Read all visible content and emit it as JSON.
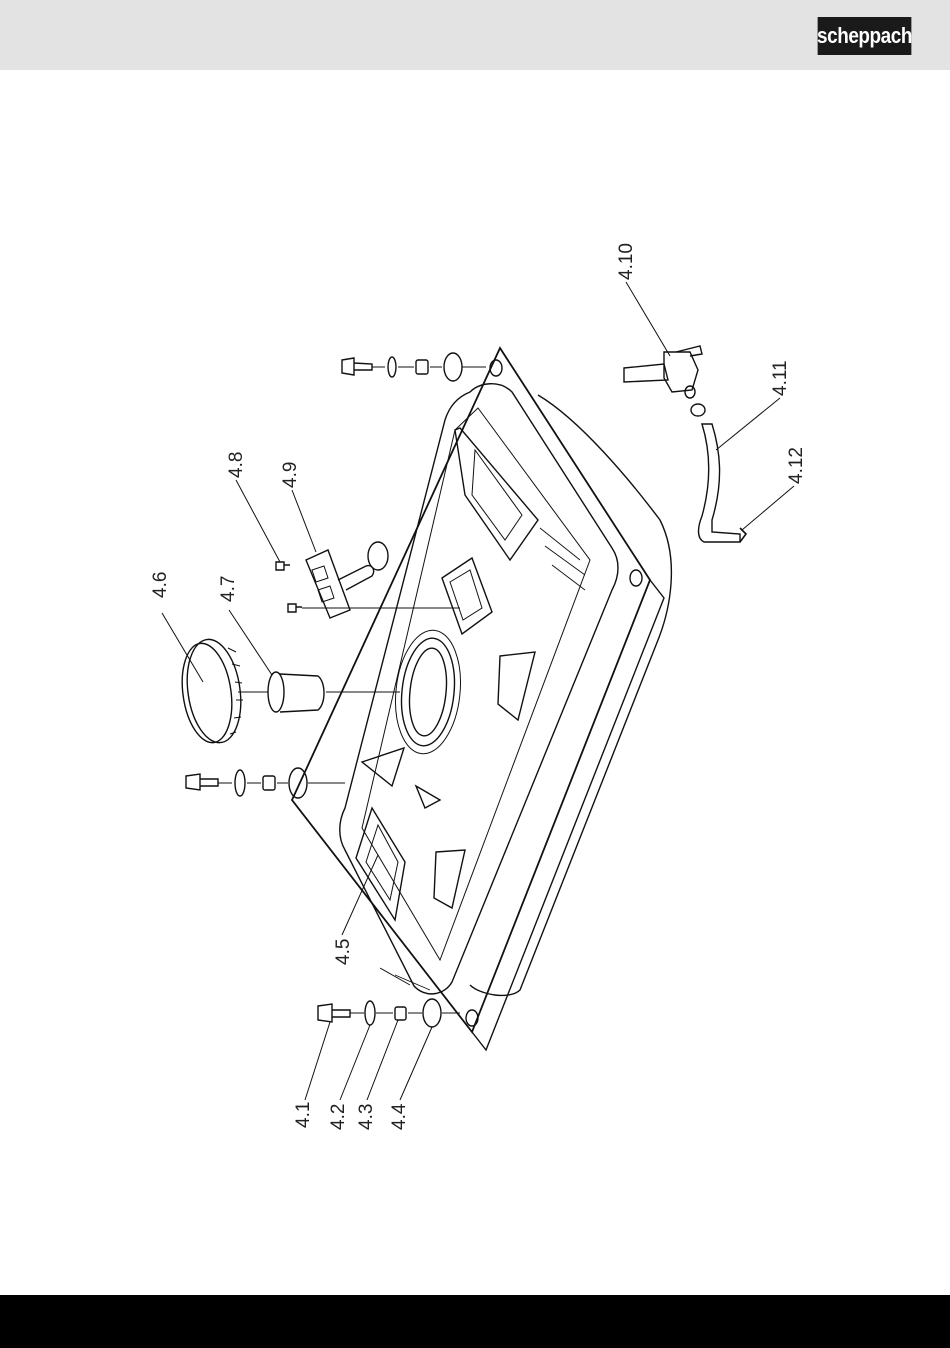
{
  "brand": {
    "logo_text": "scheppach"
  },
  "colors": {
    "header_band": "#e3e3e3",
    "footer_band": "#000000",
    "logo_bg": "#1a1a1a",
    "line": "#111111"
  },
  "diagram": {
    "labels": [
      {
        "id": "p4_1",
        "text": "4.1"
      },
      {
        "id": "p4_2",
        "text": "4.2"
      },
      {
        "id": "p4_3",
        "text": "4.3"
      },
      {
        "id": "p4_4",
        "text": "4.4"
      },
      {
        "id": "p4_5",
        "text": "4.5"
      },
      {
        "id": "p4_6",
        "text": "4.6"
      },
      {
        "id": "p4_7",
        "text": "4.7"
      },
      {
        "id": "p4_8",
        "text": "4.8"
      },
      {
        "id": "p4_9",
        "text": "4.9"
      },
      {
        "id": "p4_10",
        "text": "4.10"
      },
      {
        "id": "p4_11",
        "text": "4.11"
      },
      {
        "id": "p4_12",
        "text": "4.12"
      }
    ]
  }
}
